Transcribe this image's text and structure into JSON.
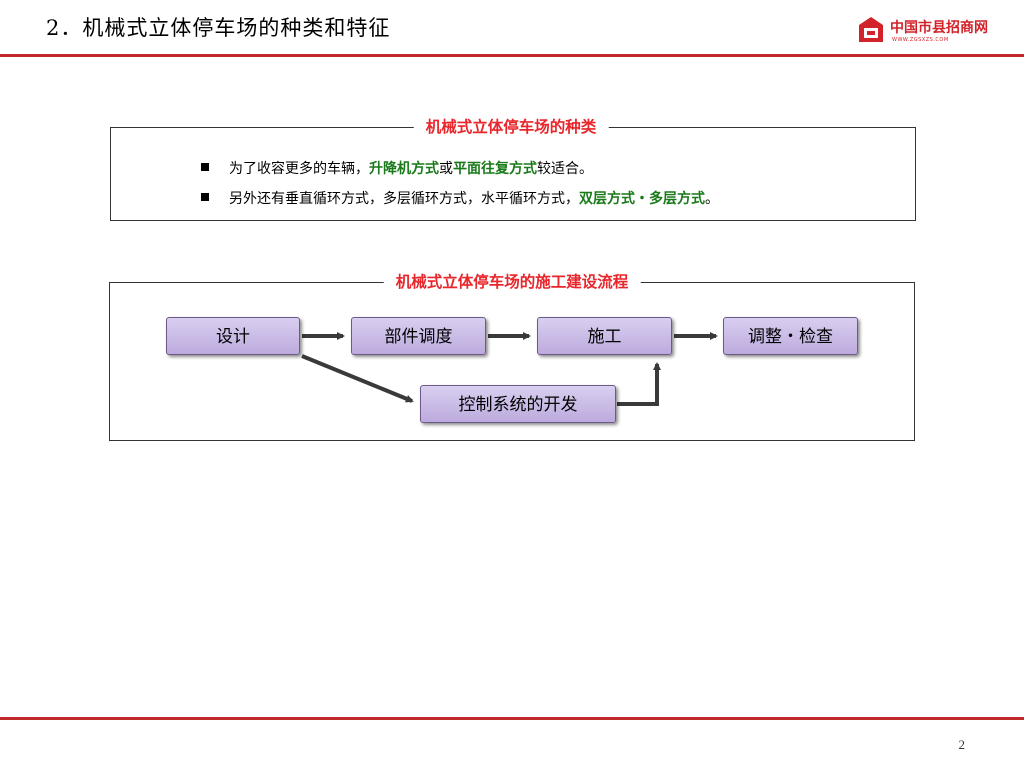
{
  "slide": {
    "title": "2．机械式立体停车场的种类和特征",
    "page_number": "2"
  },
  "logo": {
    "name": "中国市县招商网",
    "url": "WWW.ZGSXZS.COM",
    "icon": "house-logo-icon",
    "color": "#d2232a"
  },
  "types_panel": {
    "heading": "机械式立体停车场的种类",
    "bullets": [
      {
        "parts": [
          {
            "text": "为了收容更多的车辆，",
            "highlight": false
          },
          {
            "text": "升降机方式",
            "highlight": true
          },
          {
            "text": "或",
            "highlight": false
          },
          {
            "text": "平面往复方式",
            "highlight": true
          },
          {
            "text": "较适合。",
            "highlight": false
          }
        ]
      },
      {
        "parts": [
          {
            "text": "另外还有垂直循环方式，多层循环方式，水平循环方式，",
            "highlight": false
          },
          {
            "text": "双层方式・多层方式",
            "highlight": true
          },
          {
            "text": "。",
            "highlight": false
          }
        ]
      }
    ]
  },
  "flow_panel": {
    "heading": "机械式立体停车场的施工建设流程",
    "steps": {
      "design": "设计",
      "parts": "部件调度",
      "construction": "施工",
      "adjust": "调整・检查",
      "control": "控制系统的开发"
    }
  },
  "colors": {
    "accent_red": "#c0282d",
    "heading_red": "#e8262c",
    "highlight_green": "#1a7a1a",
    "box_fill": "#c9bbe6"
  }
}
